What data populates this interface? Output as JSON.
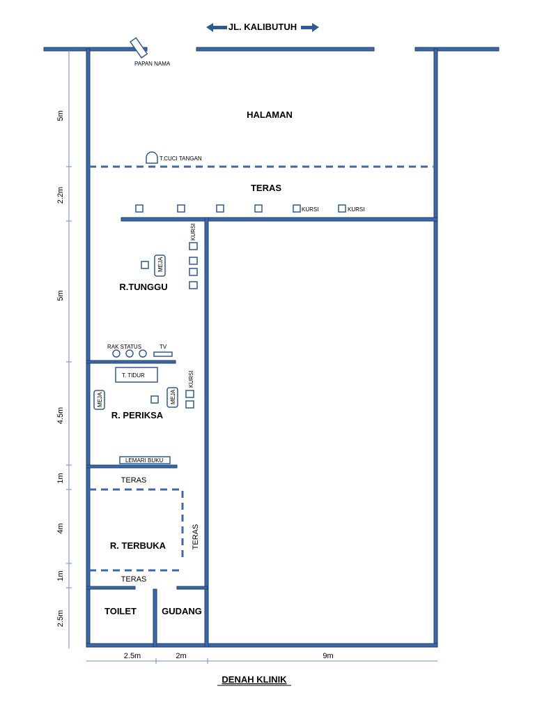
{
  "street": {
    "label": "JL. KALIBUTUH"
  },
  "title": "DENAH KLINIK",
  "rooms": {
    "halaman": "HALAMAN",
    "teras_top": "TERAS",
    "tunggu": "R.TUNGGU",
    "periksa": "R. PERIKSA",
    "teras_mid": "TERAS",
    "terbuka": "R. TERBUKA",
    "teras_side": "TERAS",
    "teras_low": "TERAS",
    "toilet": "TOILET",
    "gudang": "GUDANG"
  },
  "items": {
    "papan_nama": "PAPAN NAMA",
    "cuci_tangan": "T.CUCI TANGAN",
    "kursi": "KURSI",
    "meja": "MEJA",
    "rak_status": "RAK STATUS",
    "tv": "TV",
    "tidur": "T. TIDUR",
    "lemari": "LEMARI BUKU"
  },
  "dimensions": {
    "vertical": [
      "5m",
      "2.2m",
      "5m",
      "4.5m",
      "1m",
      "4m",
      "1m",
      "2.5m"
    ],
    "horizontal": [
      "2.5m",
      "2m",
      "9m"
    ]
  },
  "colors": {
    "wall": "#3a68a8",
    "text": "#000000"
  }
}
